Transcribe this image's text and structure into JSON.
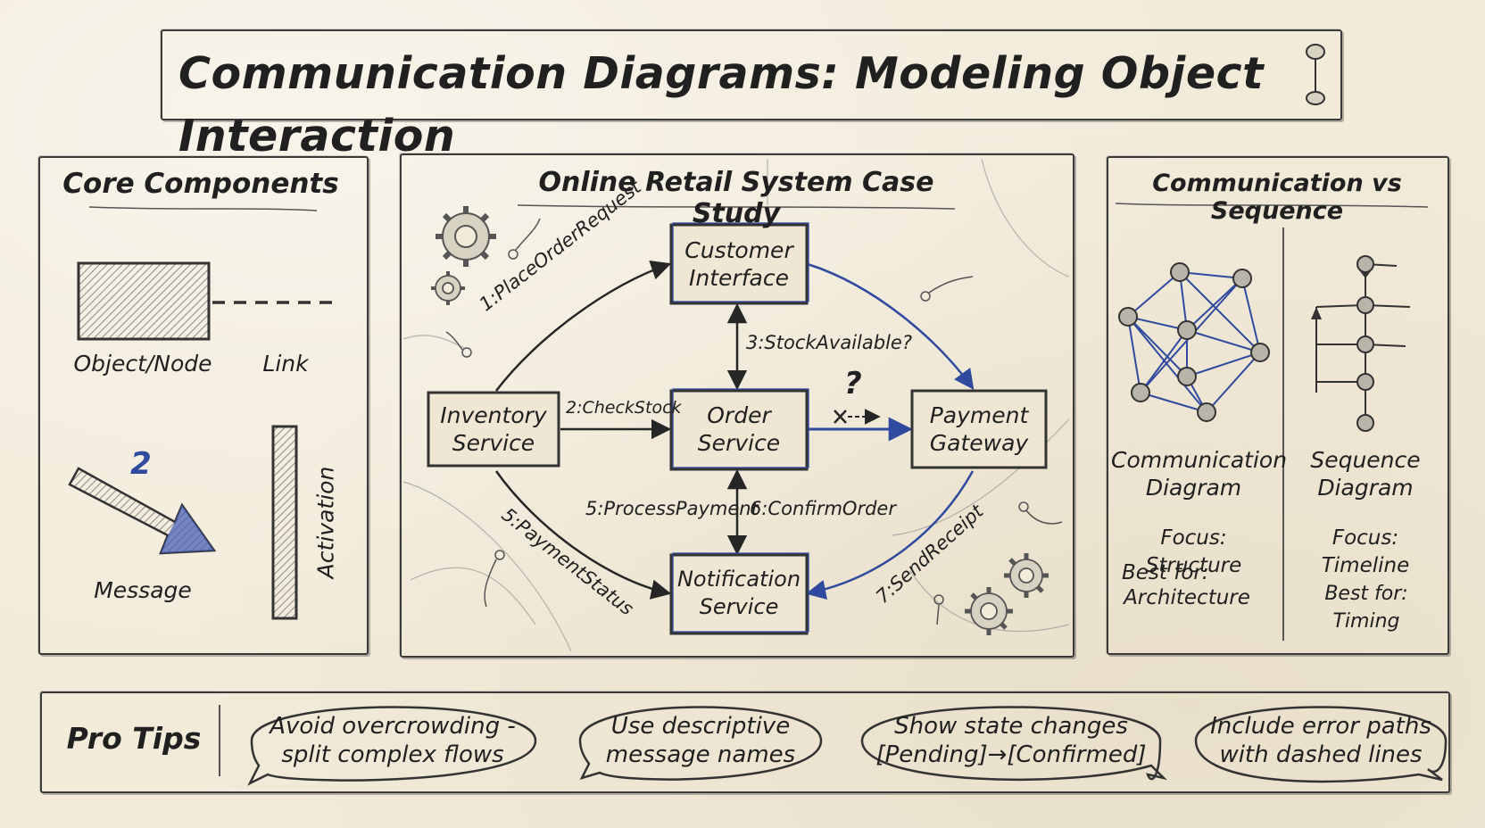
{
  "title": "Communication Diagrams: Modeling Object Interaction",
  "core_components": {
    "heading": "Core Components",
    "object_label": "Object/Node",
    "link_label": "Link",
    "message_label": "Message",
    "message_number": "2",
    "activation_label": "Activation"
  },
  "case_study": {
    "heading": "Online Retail System Case Study",
    "nodes": {
      "customer_interface": [
        "Customer",
        "Interface"
      ],
      "inventory_service": [
        "Inventory",
        "Service"
      ],
      "order_service": [
        "Order",
        "Service"
      ],
      "payment_gateway": [
        "Payment",
        "Gateway"
      ],
      "notification_service": [
        "Notification",
        "Service"
      ]
    },
    "messages": {
      "m1": "1:PlaceOrderRequest",
      "m2": "2:CheckStock",
      "m3": "3:StockAvailable?",
      "m5a": "5:PaymentStatus",
      "m5b": "5:ProcessPayment",
      "m6": "6:ConfirmOrder",
      "m7": "7:SendReceipt"
    },
    "error_marker": "?"
  },
  "comparison": {
    "heading": "Communication vs Sequence",
    "communication": {
      "name": [
        "Communication",
        "Diagram"
      ],
      "focus": "Focus: Structure",
      "best_for": [
        "Best for:",
        "Architecture"
      ]
    },
    "sequence": {
      "name": [
        "Sequence",
        "Diagram"
      ],
      "focus": "Focus: Timeline",
      "best_for": "Best for: Timing"
    }
  },
  "pro_tips": {
    "heading": "Pro Tips",
    "tips": [
      [
        "Avoid overcrowding -",
        "split complex flows"
      ],
      [
        "Use descriptive",
        "message names"
      ],
      [
        "Show state changes",
        "[Pending]→[Confirmed]"
      ],
      [
        "Include error paths",
        "with dashed lines"
      ]
    ]
  },
  "colors": {
    "ink": "#262626",
    "accent_blue": "#2f4a9e",
    "paper": "#f2ebda"
  }
}
